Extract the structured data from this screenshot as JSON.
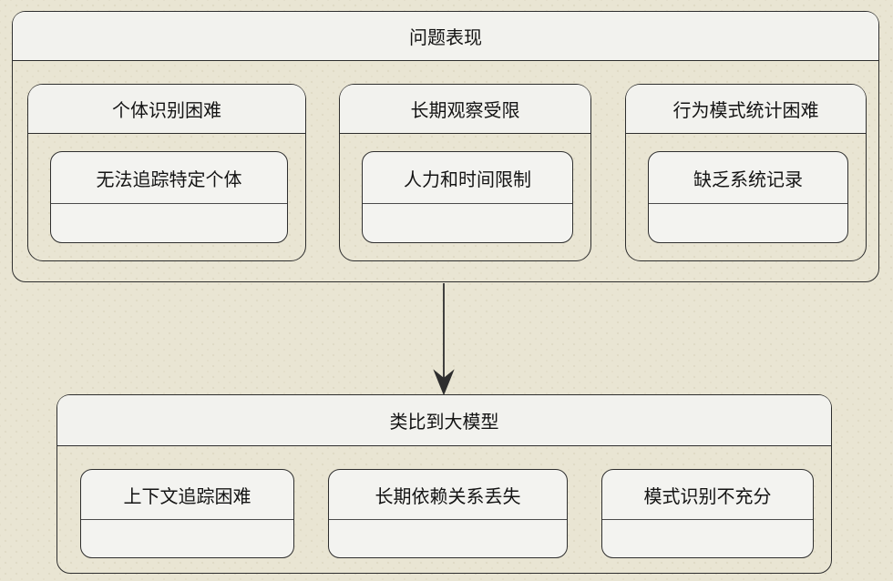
{
  "palette": {
    "background": "#e9e5d3",
    "panel_fill": "#f2f2ee",
    "leaf_fill": "#f3f3f0",
    "border": "#2e2e2e",
    "text": "#141414"
  },
  "top_group": {
    "title": "问题表现",
    "cards": [
      {
        "title": "个体识别困难",
        "detail": "无法追踪特定个体"
      },
      {
        "title": "长期观察受限",
        "detail": "人力和时间限制"
      },
      {
        "title": "行为模式统计困难",
        "detail": "缺乏系统记录"
      }
    ]
  },
  "connector": {
    "type": "arrow-down"
  },
  "bottom_group": {
    "title": "类比到大模型",
    "cards": [
      {
        "title": "上下文追踪困难"
      },
      {
        "title": "长期依赖关系丢失"
      },
      {
        "title": "模式识别不充分"
      }
    ]
  }
}
